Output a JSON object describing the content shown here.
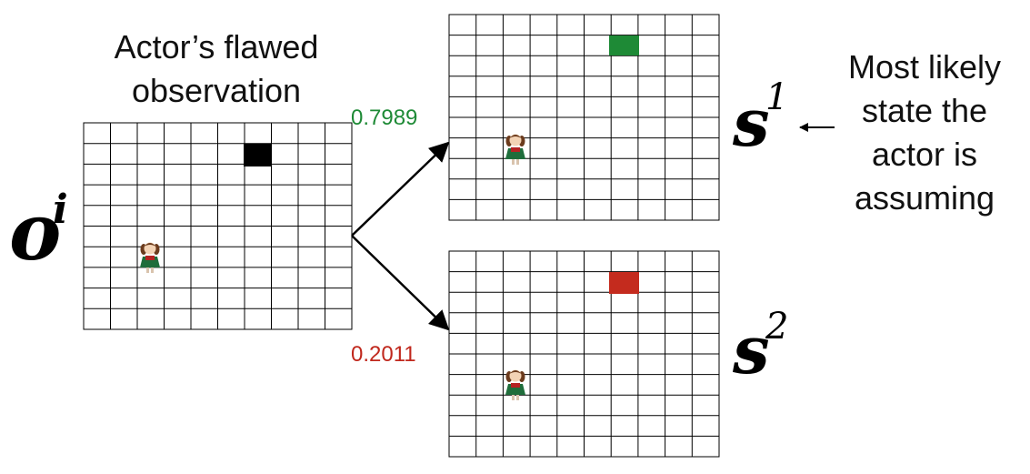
{
  "observation": {
    "title_line1": "Actor’s flawed",
    "title_line2": "observation",
    "symbol": "o",
    "superscript": "i"
  },
  "states": [
    {
      "symbol": "s",
      "superscript": "1",
      "probability": "0.7989",
      "probability_color": "#1e8a36",
      "goal_color": "#1e8a36"
    },
    {
      "symbol": "s",
      "superscript": "2",
      "probability": "0.2011",
      "probability_color": "#c0281d",
      "goal_color": "#c42b1e"
    }
  ],
  "observed_goal_color": "#000000",
  "annotation": {
    "line1": "Most likely",
    "line2": "state the",
    "line3": "actor is",
    "line4": "assuming"
  }
}
